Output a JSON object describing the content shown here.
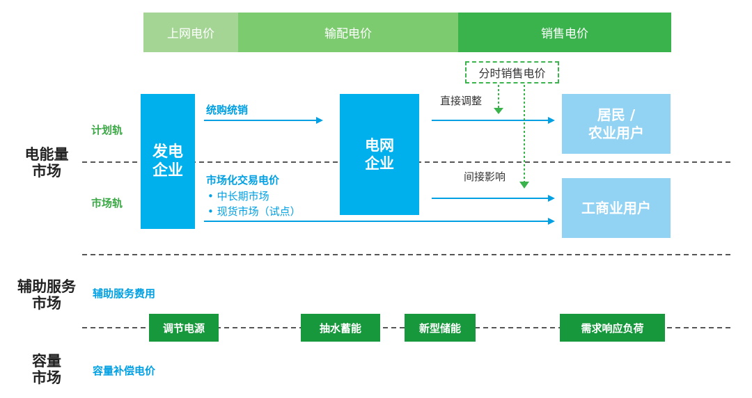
{
  "header": {
    "grid_price": "上网电价",
    "transmission_price": "输配电价",
    "sales_price": "销售电价"
  },
  "left": {
    "energy_market": [
      "电能量",
      "市场"
    ],
    "ancillary_market": [
      "辅助服务",
      "市场"
    ],
    "capacity_market": [
      "容量",
      "市场"
    ]
  },
  "tracks": {
    "plan": "计划轨",
    "market": "市场轨"
  },
  "boxes": {
    "generator": [
      "发电",
      "企业"
    ],
    "grid": [
      "电网",
      "企业"
    ],
    "residential": [
      "居民 /",
      "农业用户"
    ],
    "commercial": "工商业用户"
  },
  "labels": {
    "unified": "统购统销",
    "market_trade": "市场化交易电价",
    "mid_long": "• 中长期市场",
    "spot": "• 现货市场（试点）",
    "tou_price": "分时销售电价",
    "direct_adjust": "直接调整",
    "indirect": "间接影响",
    "ancillary_fee": "辅助服务费用",
    "capacity_comp": "容量补偿电价"
  },
  "resources": {
    "regulating": "调节电源",
    "pumped": "抽水蓄能",
    "new_storage": "新型储能",
    "demand_response": "需求响应负荷"
  },
  "colors": {
    "header_light": "#a4d595",
    "header_mid": "#7ccb6f",
    "header_dark": "#3bb34d",
    "blue": "#00b0ec",
    "light_blue": "#92d2f2",
    "green_button": "#17983c",
    "dashed_line": "#555555"
  }
}
